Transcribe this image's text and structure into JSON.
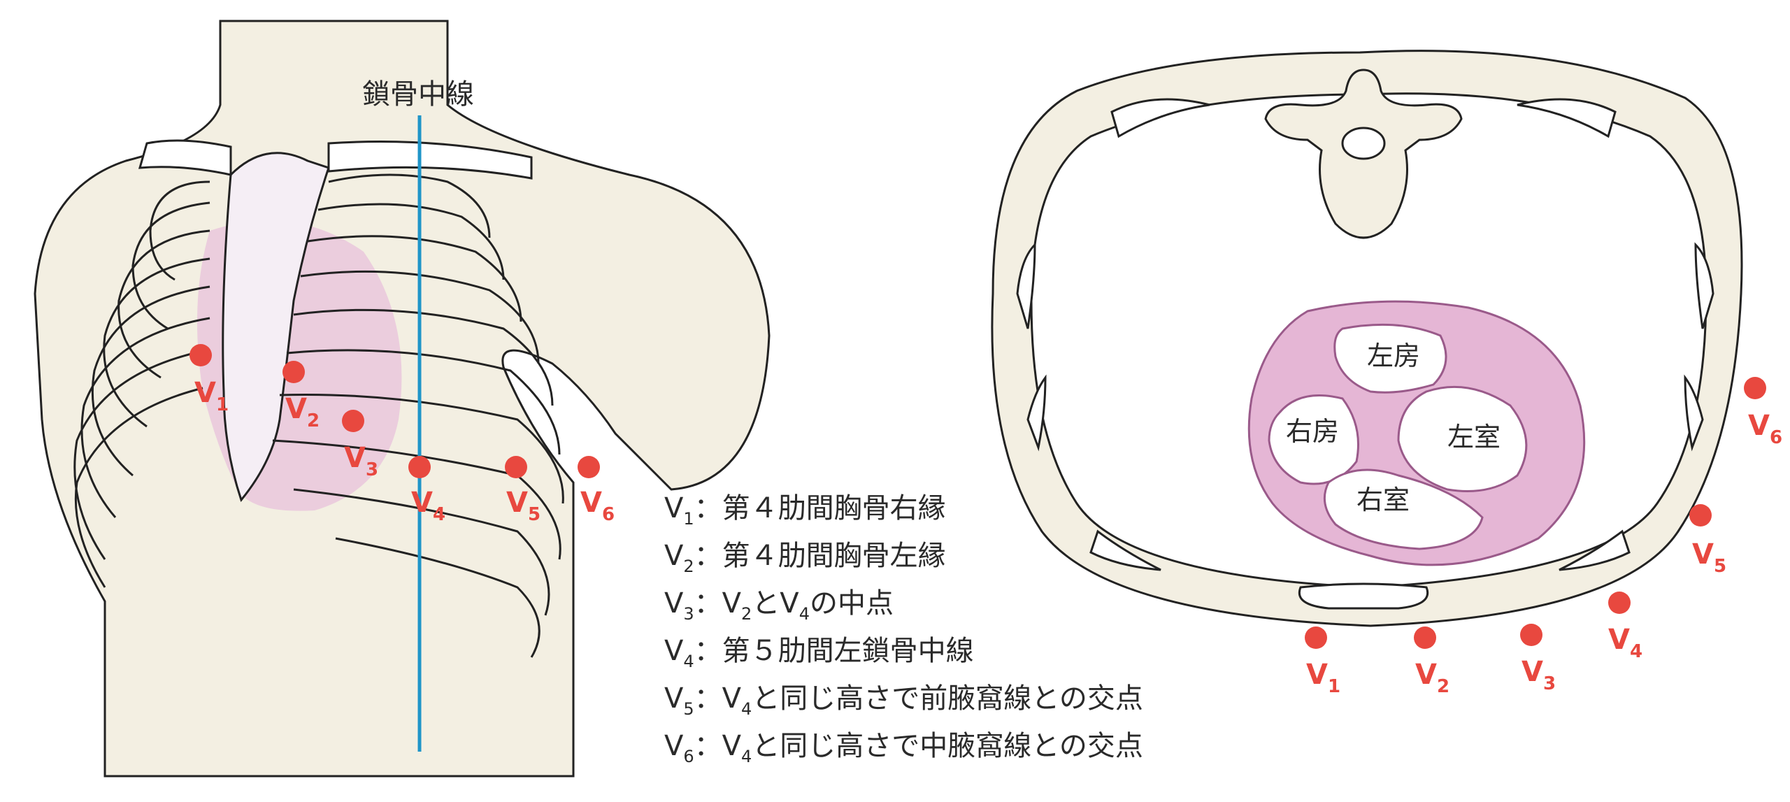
{
  "labels": {
    "midclavicular_line": "鎖骨中線"
  },
  "colors": {
    "skin": "#f3efe2",
    "lead_dot": "#e8483f",
    "midclavicular_line": "#1f95c8",
    "heart_pink": "#e5b6d5",
    "heart_outline": "#9a5a8a"
  },
  "heart_chambers": {
    "left_atrium": "左房",
    "right_atrium": "右房",
    "left_ventricle": "左室",
    "right_ventricle": "右室"
  },
  "leads": [
    {
      "letter": "V",
      "num": "1"
    },
    {
      "letter": "V",
      "num": "2"
    },
    {
      "letter": "V",
      "num": "3"
    },
    {
      "letter": "V",
      "num": "4"
    },
    {
      "letter": "V",
      "num": "5"
    },
    {
      "letter": "V",
      "num": "6"
    }
  ],
  "descriptions": [
    {
      "letter": "V",
      "num": "1",
      "text": "：第４肋間胸骨右縁"
    },
    {
      "letter": "V",
      "num": "2",
      "text": "：第４肋間胸骨左縁"
    },
    {
      "letter": "V",
      "num": "3",
      "text_a": "：V",
      "sub_a": "2",
      "text_b": "とV",
      "sub_b": "4",
      "text_c": "の中点"
    },
    {
      "letter": "V",
      "num": "4",
      "text": "：第５肋間左鎖骨中線"
    },
    {
      "letter": "V",
      "num": "5",
      "text_a": "：V",
      "sub_a": "4",
      "text_b": "と同じ高さで前腋窩線との交点"
    },
    {
      "letter": "V",
      "num": "6",
      "text_a": "：V",
      "sub_a": "4",
      "text_b": "と同じ高さで中腋窩線との交点"
    }
  ]
}
